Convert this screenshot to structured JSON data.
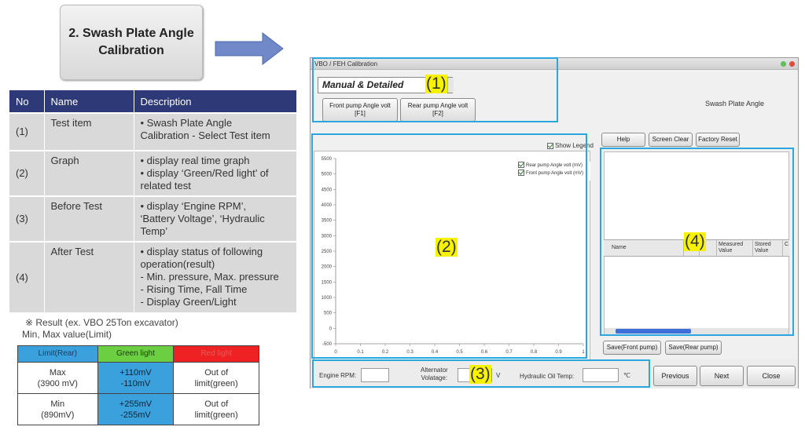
{
  "step_title": "2. Swash Plate Angle Calibration",
  "desc_table": {
    "headers": [
      "No",
      "Name",
      "Description"
    ],
    "rows": [
      {
        "no": "(1)",
        "name": "Test item",
        "lines": [
          "• Swash Plate Angle",
          "Calibration - Select Test item"
        ]
      },
      {
        "no": "(2)",
        "name": "Graph",
        "lines": [
          "• display real time graph",
          "• display ‘Green/Red light’ of",
          "related test"
        ]
      },
      {
        "no": "(3)",
        "name": "Before Test",
        "lines": [
          "• display ‘Engine RPM’,",
          "‘Battery Voltage’, ‘Hydraulic",
          "Temp’"
        ]
      },
      {
        "no": "(4)",
        "name": "After Test",
        "lines": [
          "• display status of following",
          "operation(result)",
          "- Min. pressure, Max. pressure",
          "- Rising Time, Fall Time",
          "- Display Green/Light"
        ]
      }
    ]
  },
  "result_note": "※  Result (ex. VBO 25Ton excavator)",
  "minmax_note": "Min, Max value(Limit)",
  "limit_table": {
    "headers": [
      "Limit(Rear)",
      "Green light",
      "Red light"
    ],
    "rows": [
      {
        "limit": [
          "Max",
          "(3900 mV)"
        ],
        "green": [
          "+110mV",
          "-110mV"
        ],
        "red": [
          "Out of",
          "limit(green)"
        ]
      },
      {
        "limit": [
          "Min",
          "(890mV)"
        ],
        "green": [
          "+255mV",
          "-255mV"
        ],
        "red": [
          "Out of",
          "limit(green)"
        ]
      }
    ]
  },
  "window": {
    "title": "VBO / FEH Calibration",
    "mode_value": "Manual & Detailed",
    "front_pump_btn": [
      "Front pump Angle volt",
      "[F1]"
    ],
    "rear_pump_btn": [
      "Rear pump Angle volt",
      "[F2]"
    ],
    "swash_label": "Swash Plate Angle",
    "show_legend": "Show Legend",
    "legend": [
      "Rear pump Angle volt (mV)",
      "Front pump Angle volt (mV)"
    ],
    "help_btn": "Help",
    "screen_clear_btn": "Screen Clear",
    "factory_reset_btn": "Factory Reset",
    "list_headers": [
      "Name",
      "",
      "",
      "Measured Value",
      "Stored Value",
      "C"
    ],
    "save_front_btn": "Save(Front pump)",
    "save_rear_btn": "Save(Rear pump)",
    "engine_rpm_label": "Engine RPM:",
    "alternator_label": [
      "Alternator",
      "Volatage:"
    ],
    "volt_unit": "V",
    "hyd_temp_label": "Hydraulic Oil Temp:",
    "temp_unit": "℃",
    "previous_btn": "Previous",
    "next_btn": "Next",
    "close_btn": "Close"
  },
  "chart_data": {
    "type": "line",
    "y_ticks": [
      "5500",
      "5000",
      "4500",
      "4000",
      "3500",
      "3000",
      "2500",
      "2000",
      "1500",
      "1000",
      "500",
      "0",
      "-500"
    ],
    "x_ticks": [
      "0",
      "0.1",
      "0.2",
      "0.3",
      "0.4",
      "0.5",
      "0.6",
      "0.7",
      "0.8",
      "0.9",
      "1"
    ],
    "ylim": [
      -500,
      5500
    ],
    "xlim": [
      0,
      1
    ],
    "series": [
      {
        "name": "Rear pump Angle volt (mV)",
        "values": []
      },
      {
        "name": "Front pump Angle volt (mV)",
        "values": []
      }
    ],
    "grid": false
  },
  "annotations": {
    "label_1": "(1)",
    "label_2": "(2)",
    "label_3": "(3)",
    "label_4": "(4)"
  },
  "colors": {
    "header_navy": "#2e3a78",
    "highlight_blue": "#29a8e0",
    "label_yellow": "#f7f300",
    "limit_blue": "#3ba1dc",
    "limit_green": "#6ccf41",
    "limit_red": "#ee2222"
  }
}
